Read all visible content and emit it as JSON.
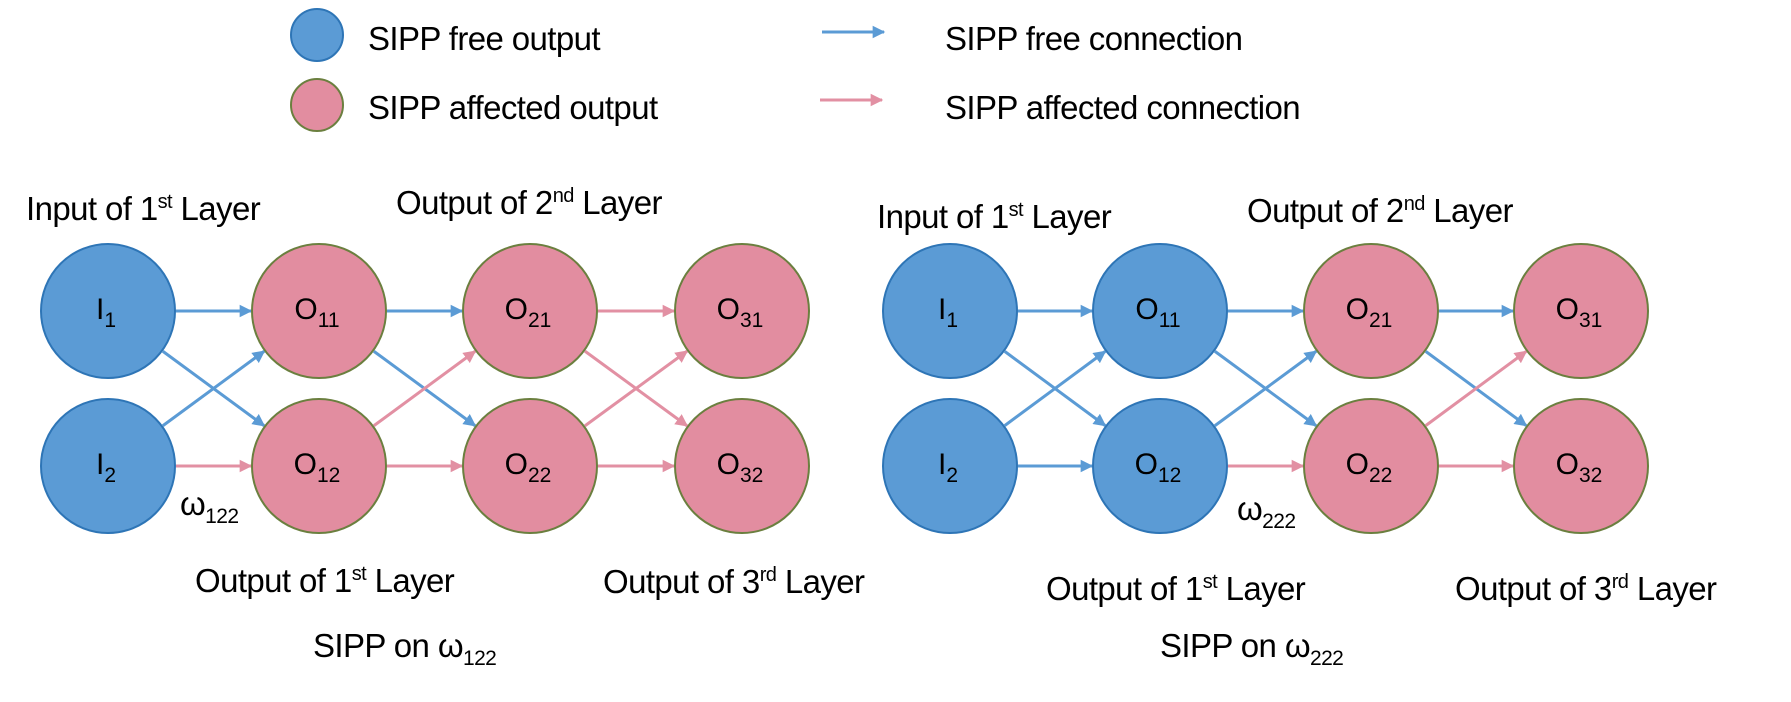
{
  "colors": {
    "free_fill": "#5B9BD5",
    "free_stroke": "#2E75B6",
    "affected_fill": "#E28DA0",
    "affected_stroke": "#6B7F3F",
    "free_edge": "#5B9BD5",
    "affected_edge": "#E290A3"
  },
  "legend": {
    "items": [
      {
        "kind": "node",
        "status": "free",
        "label": "SIPP free output"
      },
      {
        "kind": "node",
        "status": "affected",
        "label": "SIPP affected output"
      },
      {
        "kind": "edge",
        "status": "free",
        "label": "SIPP free connection"
      },
      {
        "kind": "edge",
        "status": "affected",
        "label": "SIPP affected connection"
      }
    ]
  },
  "diagrams": [
    {
      "id": "left",
      "caption": {
        "text": "SIPP on ω",
        "sub": "122"
      },
      "weight_label": {
        "text": "ω",
        "sub": "122"
      },
      "layer_labels": {
        "input_1": {
          "pre": "Input of 1",
          "sup": "st",
          "post": " Layer"
        },
        "output_1": {
          "pre": "Output of 1",
          "sup": "st",
          "post": " Layer"
        },
        "output_2": {
          "pre": "Output of 2",
          "sup": "nd",
          "post": " Layer"
        },
        "output_3": {
          "pre": "Output of 3",
          "sup": "rd",
          "post": " Layer"
        }
      },
      "nodes": [
        {
          "id": "I1",
          "base": "I",
          "sub": "1",
          "col": 0,
          "row": 0,
          "status": "free"
        },
        {
          "id": "I2",
          "base": "I",
          "sub": "2",
          "col": 0,
          "row": 1,
          "status": "free"
        },
        {
          "id": "O11",
          "base": "O",
          "sub": "11",
          "col": 1,
          "row": 0,
          "status": "affected"
        },
        {
          "id": "O12",
          "base": "O",
          "sub": "12",
          "col": 1,
          "row": 1,
          "status": "affected"
        },
        {
          "id": "O21",
          "base": "O",
          "sub": "21",
          "col": 2,
          "row": 0,
          "status": "affected"
        },
        {
          "id": "O22",
          "base": "O",
          "sub": "22",
          "col": 2,
          "row": 1,
          "status": "affected"
        },
        {
          "id": "O31",
          "base": "O",
          "sub": "31",
          "col": 3,
          "row": 0,
          "status": "affected"
        },
        {
          "id": "O32",
          "base": "O",
          "sub": "32",
          "col": 3,
          "row": 1,
          "status": "affected"
        }
      ],
      "edges": [
        {
          "from": "I1",
          "to": "O11",
          "status": "free"
        },
        {
          "from": "I1",
          "to": "O12",
          "status": "free"
        },
        {
          "from": "I2",
          "to": "O11",
          "status": "free"
        },
        {
          "from": "I2",
          "to": "O12",
          "status": "affected"
        },
        {
          "from": "O11",
          "to": "O21",
          "status": "free"
        },
        {
          "from": "O11",
          "to": "O22",
          "status": "free"
        },
        {
          "from": "O12",
          "to": "O21",
          "status": "affected"
        },
        {
          "from": "O12",
          "to": "O22",
          "status": "affected"
        },
        {
          "from": "O21",
          "to": "O31",
          "status": "affected"
        },
        {
          "from": "O21",
          "to": "O32",
          "status": "affected"
        },
        {
          "from": "O22",
          "to": "O31",
          "status": "affected"
        },
        {
          "from": "O22",
          "to": "O32",
          "status": "affected"
        }
      ]
    },
    {
      "id": "right",
      "caption": {
        "text": "SIPP on ω",
        "sub": "222"
      },
      "weight_label": {
        "text": "ω",
        "sub": "222"
      },
      "layer_labels": {
        "input_1": {
          "pre": "Input of 1",
          "sup": "st",
          "post": " Layer"
        },
        "output_1": {
          "pre": "Output of 1",
          "sup": "st",
          "post": " Layer"
        },
        "output_2": {
          "pre": "Output of 2",
          "sup": "nd",
          "post": " Layer"
        },
        "output_3": {
          "pre": "Output of 3",
          "sup": "rd",
          "post": " Layer"
        }
      },
      "nodes": [
        {
          "id": "I1",
          "base": "I",
          "sub": "1",
          "col": 0,
          "row": 0,
          "status": "free"
        },
        {
          "id": "I2",
          "base": "I",
          "sub": "2",
          "col": 0,
          "row": 1,
          "status": "free"
        },
        {
          "id": "O11",
          "base": "O",
          "sub": "11",
          "col": 1,
          "row": 0,
          "status": "free"
        },
        {
          "id": "O12",
          "base": "O",
          "sub": "12",
          "col": 1,
          "row": 1,
          "status": "free"
        },
        {
          "id": "O21",
          "base": "O",
          "sub": "21",
          "col": 2,
          "row": 0,
          "status": "affected"
        },
        {
          "id": "O22",
          "base": "O",
          "sub": "22",
          "col": 2,
          "row": 1,
          "status": "affected"
        },
        {
          "id": "O31",
          "base": "O",
          "sub": "31",
          "col": 3,
          "row": 0,
          "status": "affected"
        },
        {
          "id": "O32",
          "base": "O",
          "sub": "32",
          "col": 3,
          "row": 1,
          "status": "affected"
        }
      ],
      "edges": [
        {
          "from": "I1",
          "to": "O11",
          "status": "free"
        },
        {
          "from": "I1",
          "to": "O12",
          "status": "free"
        },
        {
          "from": "I2",
          "to": "O11",
          "status": "free"
        },
        {
          "from": "I2",
          "to": "O12",
          "status": "free"
        },
        {
          "from": "O11",
          "to": "O21",
          "status": "free"
        },
        {
          "from": "O11",
          "to": "O22",
          "status": "free"
        },
        {
          "from": "O12",
          "to": "O21",
          "status": "free"
        },
        {
          "from": "O12",
          "to": "O22",
          "status": "affected"
        },
        {
          "from": "O21",
          "to": "O31",
          "status": "free"
        },
        {
          "from": "O21",
          "to": "O32",
          "status": "free"
        },
        {
          "from": "O22",
          "to": "O31",
          "status": "affected"
        },
        {
          "from": "O22",
          "to": "O32",
          "status": "affected"
        }
      ]
    }
  ]
}
